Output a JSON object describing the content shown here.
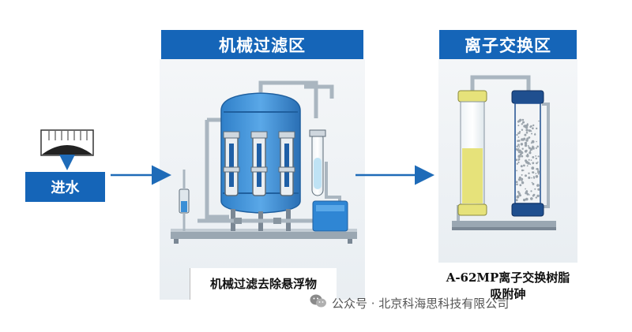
{
  "zone_filter": {
    "title": "机械过滤区",
    "caption": "机械过滤去除悬浮物"
  },
  "zone_ion": {
    "title": "离子交换区",
    "caption_line1": "A-62MP离子交换树脂",
    "caption_line2": "吸附砷"
  },
  "inlet": {
    "label": "进水"
  },
  "watermark": {
    "icon": "wechat-icon",
    "text": "公众号 · 北京科海思科技有限公司"
  },
  "colors": {
    "header_blue": "#1565b8",
    "tank_blue": "#3a8fd6",
    "resin_yellow": "#e6e27a",
    "arrow_blue": "#1e6bb8"
  }
}
